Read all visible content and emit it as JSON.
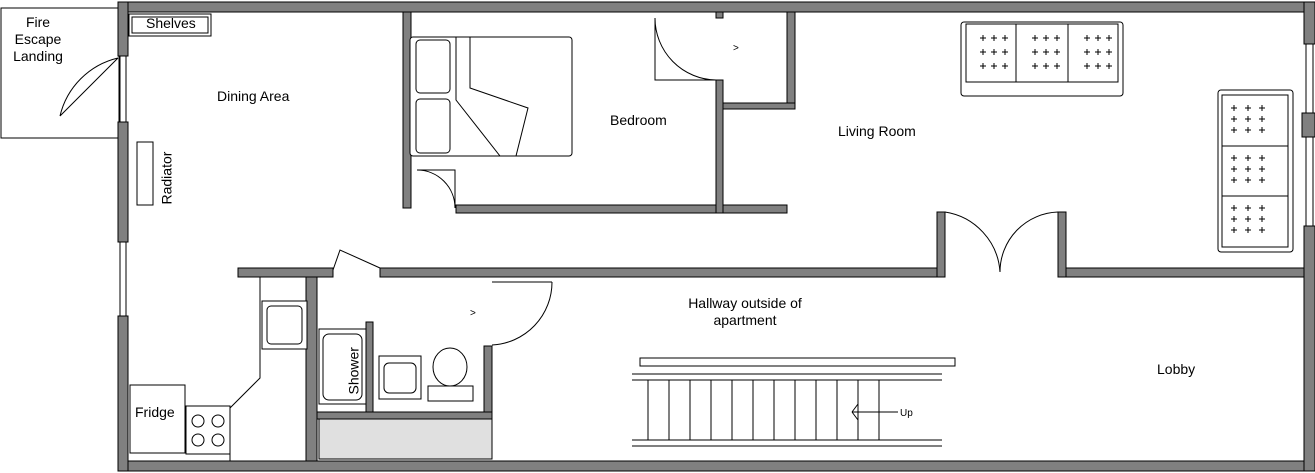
{
  "rooms": {
    "fire_escape": "Fire\nEscape\nLanding",
    "dining": "Dining Area",
    "bedroom": "Bedroom",
    "living": "Living Room",
    "hallway": "Hallway outside of\napartment",
    "lobby": "Lobby"
  },
  "fixtures": {
    "shelves": "Shelves",
    "radiator": "Radiator",
    "fridge": "Fridge",
    "shower": "Shower",
    "stairs_up": "Up",
    "closet_arrow": ">",
    "bath_arrow": ">"
  }
}
